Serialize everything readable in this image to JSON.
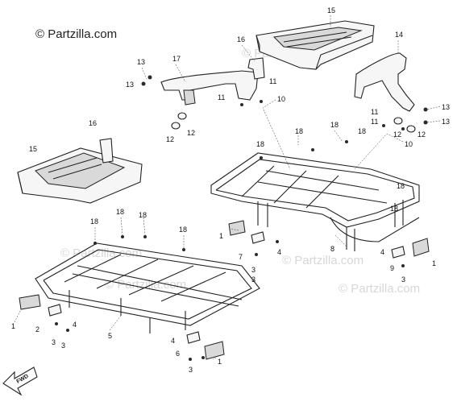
{
  "watermark": {
    "main": "© Partzilla.com",
    "faint": "© Partzilla.com"
  },
  "fwd_label": "FWD",
  "callouts": {
    "c15a": "15",
    "c16a": "16",
    "c17": "17",
    "c13a": "13",
    "c13b": "13",
    "c11a": "11",
    "c11b": "11",
    "c10a": "10",
    "c12a": "12",
    "c12b": "12",
    "c14": "14",
    "c13c": "13",
    "c13d": "13",
    "c11c": "11",
    "c11d": "11",
    "c12c": "12",
    "c12d": "12",
    "c10b": "10",
    "c16b": "16",
    "c15b": "15",
    "c18a": "18",
    "c18b": "18",
    "c18c": "18",
    "c18d": "18",
    "c18e": "18",
    "c18f": "18",
    "c18g": "18",
    "c18h": "18",
    "c18i": "18",
    "c18j": "18",
    "c1a": "1",
    "c7": "7",
    "c3a": "3",
    "c3b": "3",
    "c4a": "4",
    "c8": "8",
    "c4b": "4",
    "c9": "9",
    "c3c": "3",
    "c1b": "1",
    "c1c": "1",
    "c2": "2",
    "c3d": "3",
    "c3e": "3",
    "c4c": "4",
    "c5": "5",
    "c4d": "4",
    "c6": "6",
    "c3f": "3",
    "c1d": "1"
  }
}
